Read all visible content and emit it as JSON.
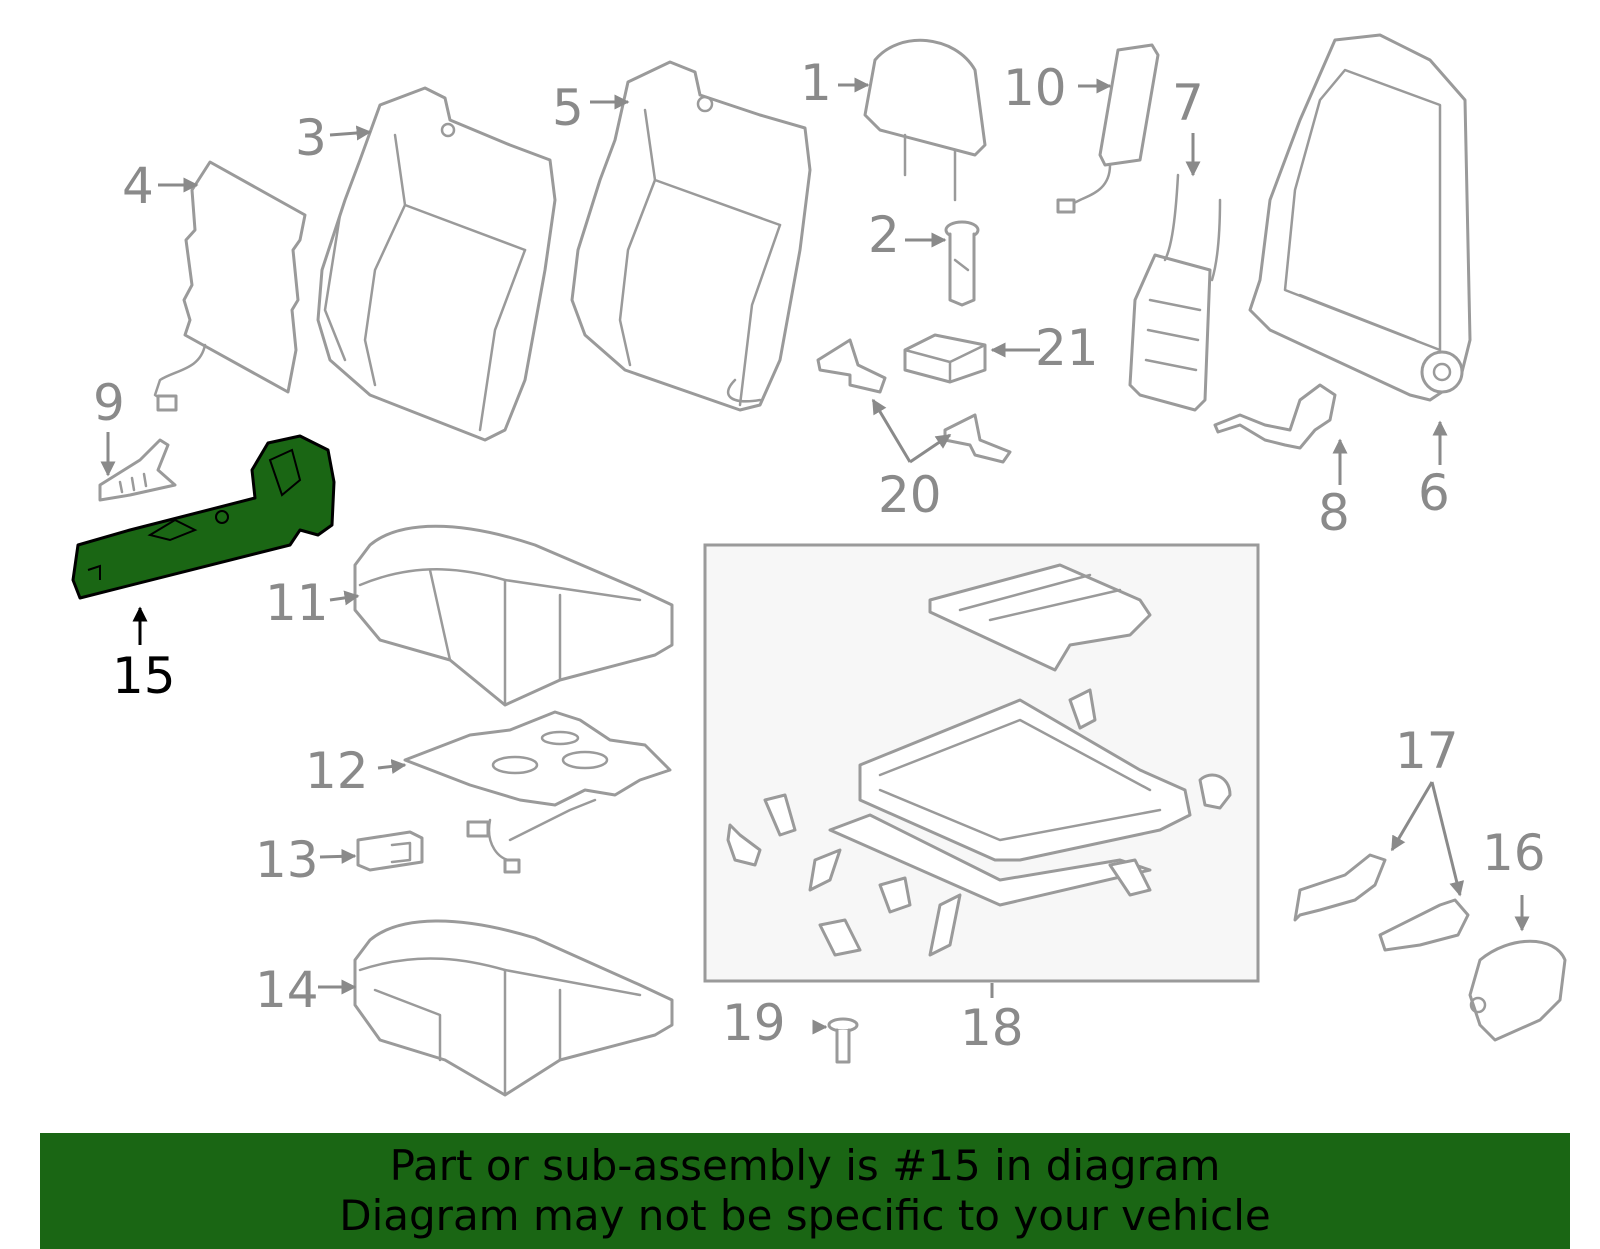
{
  "diagram": {
    "highlight_color": "#1a6614",
    "highlighted_part": "15",
    "callouts": [
      {
        "id": "c1",
        "label": "1"
      },
      {
        "id": "c2",
        "label": "2"
      },
      {
        "id": "c3",
        "label": "3"
      },
      {
        "id": "c4",
        "label": "4"
      },
      {
        "id": "c5",
        "label": "5"
      },
      {
        "id": "c6",
        "label": "6"
      },
      {
        "id": "c7",
        "label": "7"
      },
      {
        "id": "c8",
        "label": "8"
      },
      {
        "id": "c9",
        "label": "9"
      },
      {
        "id": "c10",
        "label": "10"
      },
      {
        "id": "c11",
        "label": "11"
      },
      {
        "id": "c12",
        "label": "12"
      },
      {
        "id": "c13",
        "label": "13"
      },
      {
        "id": "c14",
        "label": "14"
      },
      {
        "id": "c15",
        "label": "15"
      },
      {
        "id": "c16",
        "label": "16"
      },
      {
        "id": "c17",
        "label": "17"
      },
      {
        "id": "c18",
        "label": "18"
      },
      {
        "id": "c19",
        "label": "19"
      },
      {
        "id": "c20",
        "label": "20"
      },
      {
        "id": "c21",
        "label": "21"
      }
    ]
  },
  "banner": {
    "line1": "Part or sub-assembly is #15 in diagram",
    "line2": "Diagram may not be specific to your vehicle",
    "background": "#1a6614"
  }
}
